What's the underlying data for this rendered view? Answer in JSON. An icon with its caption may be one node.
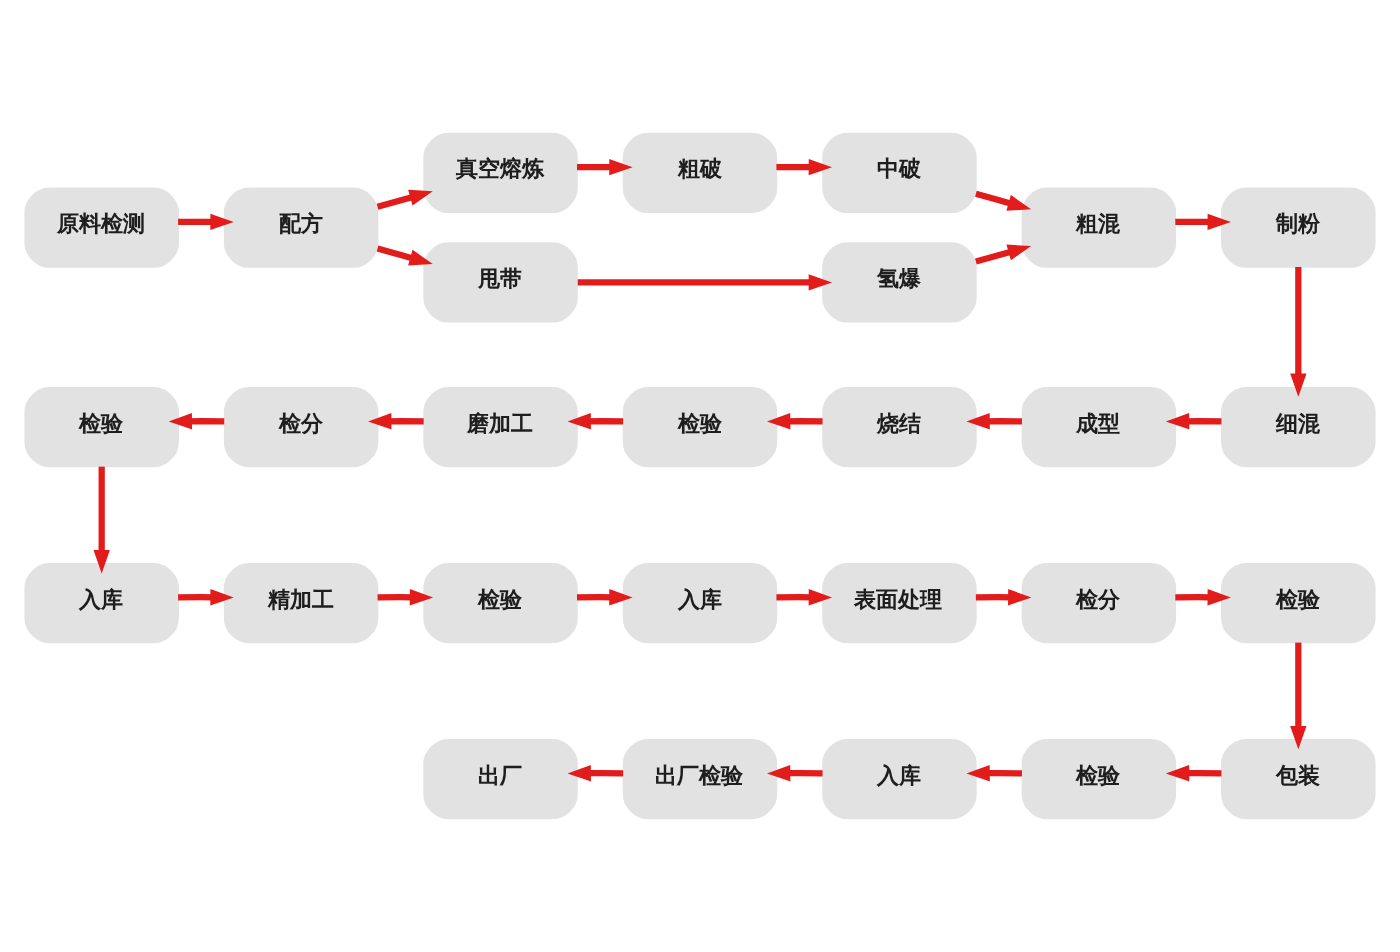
{
  "diagram": {
    "nodes": [
      {
        "text": [
          "原料检测"
        ]
      },
      {
        "text": [
          "配方"
        ]
      },
      {
        "text": [
          "真空熔炼"
        ]
      },
      {
        "text": [
          "粗破"
        ]
      },
      {
        "text": [
          "中破"
        ]
      },
      {
        "text": [
          "甩带"
        ]
      },
      {
        "text": [
          "氢爆"
        ]
      },
      {
        "text": [
          "粗混"
        ]
      },
      {
        "text": [
          "制粉"
        ]
      },
      {
        "text": [
          "细混"
        ]
      },
      {
        "text": [
          "成型"
        ]
      },
      {
        "text": [
          "烧结"
        ]
      },
      {
        "text": [
          "检验"
        ]
      },
      {
        "text": [
          "磨加工"
        ]
      },
      {
        "text": [
          "检分"
        ]
      },
      {
        "text": [
          "检验"
        ]
      },
      {
        "text": [
          "入库"
        ]
      },
      {
        "text": [
          "精加工"
        ]
      },
      {
        "text": [
          "检验"
        ]
      },
      {
        "text": [
          "入库"
        ]
      },
      {
        "text": [
          "表面处理"
        ]
      },
      {
        "text": [
          "检分"
        ]
      },
      {
        "text": [
          "检验"
        ]
      },
      {
        "text": [
          "包装"
        ]
      },
      {
        "text": [
          "检验"
        ]
      },
      {
        "text": [
          "入库"
        ]
      },
      {
        "text": [
          "出厂检验"
        ]
      },
      {
        "text": [
          "出厂"
        ]
      }
    ],
    "edges": [
      {
        "from": 0,
        "to": 1,
        "arrow": "to"
      },
      {
        "from": 1,
        "to": 2,
        "arrow": "to"
      },
      {
        "from": 1,
        "to": 5,
        "arrow": "to"
      },
      {
        "from": 2,
        "to": 3,
        "arrow": "to"
      },
      {
        "from": 3,
        "to": 4,
        "arrow": "to"
      },
      {
        "from": 5,
        "to": 6,
        "arrow": "to"
      },
      {
        "from": 4,
        "to": 7,
        "arrow": "to"
      },
      {
        "from": 6,
        "to": 7,
        "arrow": "to"
      },
      {
        "from": 7,
        "to": 8,
        "arrow": "to"
      },
      {
        "from": 8,
        "to": 9,
        "arrow": "to"
      },
      {
        "from": 9,
        "to": 10,
        "arrow": "to"
      },
      {
        "from": 10,
        "to": 11,
        "arrow": "to"
      },
      {
        "from": 11,
        "to": 12,
        "arrow": "to"
      },
      {
        "from": 12,
        "to": 13,
        "arrow": "to"
      },
      {
        "from": 13,
        "to": 14,
        "arrow": "to"
      },
      {
        "from": 14,
        "to": 15,
        "arrow": "to"
      },
      {
        "from": 15,
        "to": 16,
        "arrow": "to"
      },
      {
        "from": 16,
        "to": 17,
        "arrow": "to"
      },
      {
        "from": 17,
        "to": 18,
        "arrow": "to"
      },
      {
        "from": 18,
        "to": 19,
        "arrow": "to"
      },
      {
        "from": 19,
        "to": 20,
        "arrow": "to"
      },
      {
        "from": 20,
        "to": 21,
        "arrow": "to"
      },
      {
        "from": 21,
        "to": 22,
        "arrow": "to"
      },
      {
        "from": 22,
        "to": 23,
        "arrow": "to"
      },
      {
        "from": 23,
        "to": 24,
        "arrow": "to"
      },
      {
        "from": 24,
        "to": 25,
        "arrow": "to"
      },
      {
        "from": 25,
        "to": 26,
        "arrow": "to"
      },
      {
        "from": 26,
        "to": 27,
        "arrow": "to"
      }
    ]
  }
}
